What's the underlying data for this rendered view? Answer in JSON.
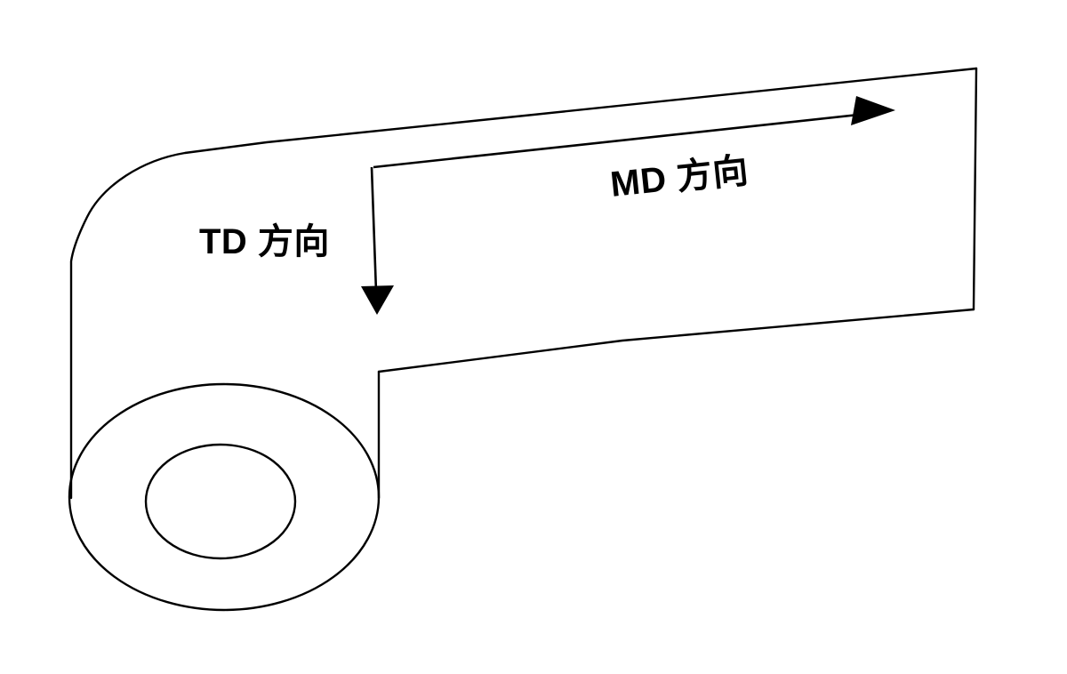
{
  "diagram": {
    "title": "MD/TD direction diagram of a film web roll",
    "background_color": "#ffffff",
    "line_color": "#000000",
    "labels": {
      "md": "MD 方向",
      "td": "TD 方向"
    },
    "annotations": {
      "md_arrow_direction": "right-upward along web length",
      "td_arrow_direction": "downward across web width"
    },
    "geometry": {
      "web_top_right_corner": "1098,77",
      "web_right_bottom_corner": "1095,348",
      "web_bottom_left_junction": "426,418",
      "web_left_edge_x": "80",
      "roll_outer_ellipse_center": "252,559",
      "roll_outer_ellipse_rx": "174",
      "roll_outer_ellipse_ry": "127",
      "roll_inner_ellipse_center": "248,564",
      "roll_inner_ellipse_rx": "84",
      "roll_inner_ellipse_ry": "64",
      "md_arrow_start": "420,188",
      "md_arrow_tip": "1005,125",
      "td_arrow_start": "418,187",
      "td_arrow_tip": "424,352"
    }
  }
}
